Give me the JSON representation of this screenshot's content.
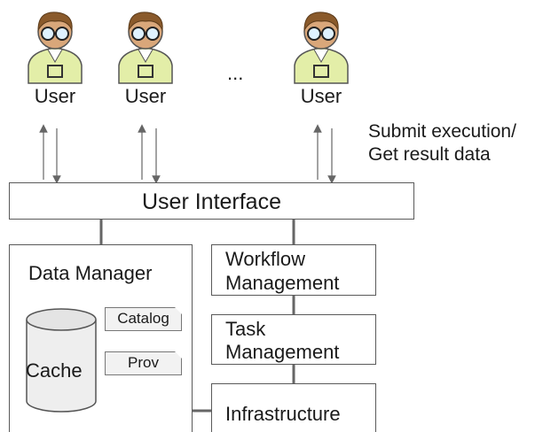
{
  "users": [
    {
      "label": "User"
    },
    {
      "label": "User"
    },
    {
      "label": "User"
    }
  ],
  "ellipsis": "...",
  "submit_note": {
    "line1": "Submit execution/",
    "line2": "Get result data"
  },
  "user_interface": "User Interface",
  "data_manager": {
    "title": "Data Manager",
    "cache_label": "Cache",
    "catalog_label": "Catalog",
    "prov_label": "Prov"
  },
  "workflow_management": {
    "line1": "Workflow",
    "line2": "Management"
  },
  "task_management": {
    "line1": "Task",
    "line2": "Management"
  },
  "infrastructure": "Infrastructure"
}
